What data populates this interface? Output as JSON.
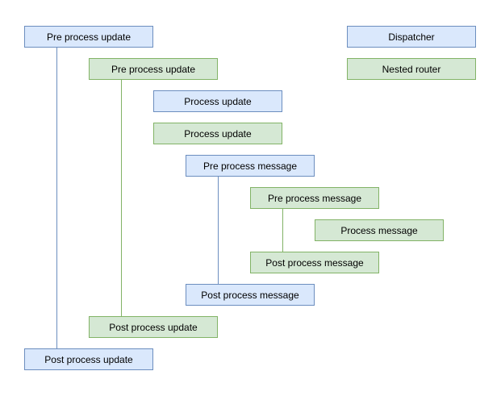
{
  "diagram": {
    "type": "lifecycle-hook-diagram",
    "colors": {
      "blue_fill": "#dae8fc",
      "blue_border": "#6c8ebf",
      "green_fill": "#d5e8d4",
      "green_border": "#82b366",
      "background": "#ffffff",
      "text": "#000000"
    },
    "nodes": [
      {
        "label": "Pre process update",
        "color": "blue"
      },
      {
        "label": "Dispatcher",
        "color": "blue"
      },
      {
        "label": "Pre process update",
        "color": "green"
      },
      {
        "label": "Nested router",
        "color": "green"
      },
      {
        "label": "Process update",
        "color": "blue"
      },
      {
        "label": "Process update",
        "color": "green"
      },
      {
        "label": "Pre process message",
        "color": "blue"
      },
      {
        "label": "Pre process message",
        "color": "green"
      },
      {
        "label": "Process message",
        "color": "green"
      },
      {
        "label": "Post process message",
        "color": "green"
      },
      {
        "label": "Post process message",
        "color": "blue"
      },
      {
        "label": "Post process update",
        "color": "green"
      },
      {
        "label": "Post process update",
        "color": "blue"
      }
    ],
    "connectors": [
      {
        "from": "Pre process update (blue)",
        "to": "Post process update (blue)",
        "color": "blue"
      },
      {
        "from": "Pre process update (green)",
        "to": "Post process update (green)",
        "color": "green"
      },
      {
        "from": "Pre process message (blue)",
        "to": "Post process message (blue)",
        "color": "blue"
      },
      {
        "from": "Pre process message (green)",
        "to": "Post process message (green)",
        "color": "green"
      }
    ]
  }
}
